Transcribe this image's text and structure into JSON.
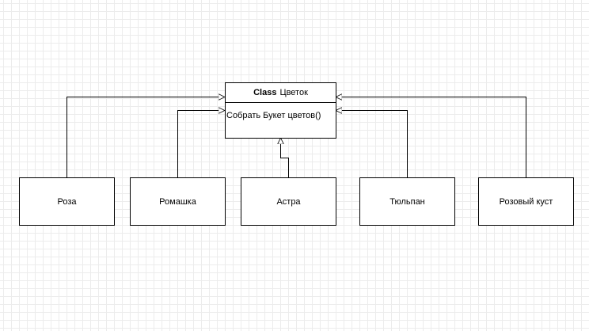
{
  "diagram": {
    "class": {
      "keyword": "Class",
      "name": "Цветок",
      "method": "Собрать Букет цветов()"
    },
    "subclasses": [
      {
        "label": "Роза"
      },
      {
        "label": "Ромашка"
      },
      {
        "label": "Астра"
      },
      {
        "label": "Тюльпан"
      },
      {
        "label": "Розовый куст"
      }
    ],
    "relationship": "inheritance"
  }
}
